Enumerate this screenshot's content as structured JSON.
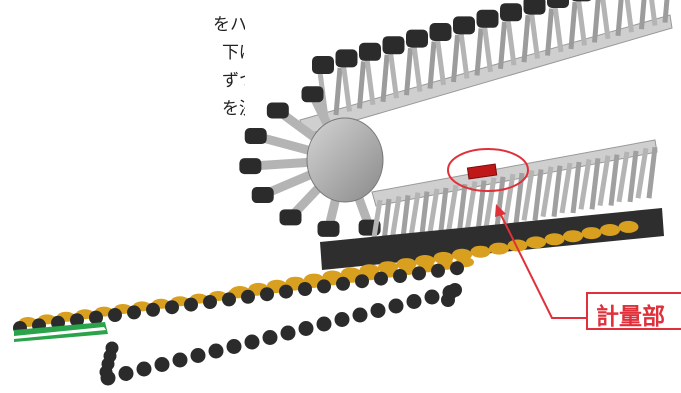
{
  "caption": {
    "line1": "をハンガーグリップで",
    "line2": "下げ計量部で",
    "line3": "ずつの重量を測定、",
    "line4": "を決定します"
  },
  "callout": {
    "label": "計量部",
    "color": "#e0303a"
  },
  "colors": {
    "grip_dark": "#2b2b2b",
    "arm_gray": "#b4b4b4",
    "hub_gray": "#a8a8a8",
    "meter_red": "#c01818",
    "product_gold": "#d9a020",
    "belt_green": "#2aa34a"
  }
}
